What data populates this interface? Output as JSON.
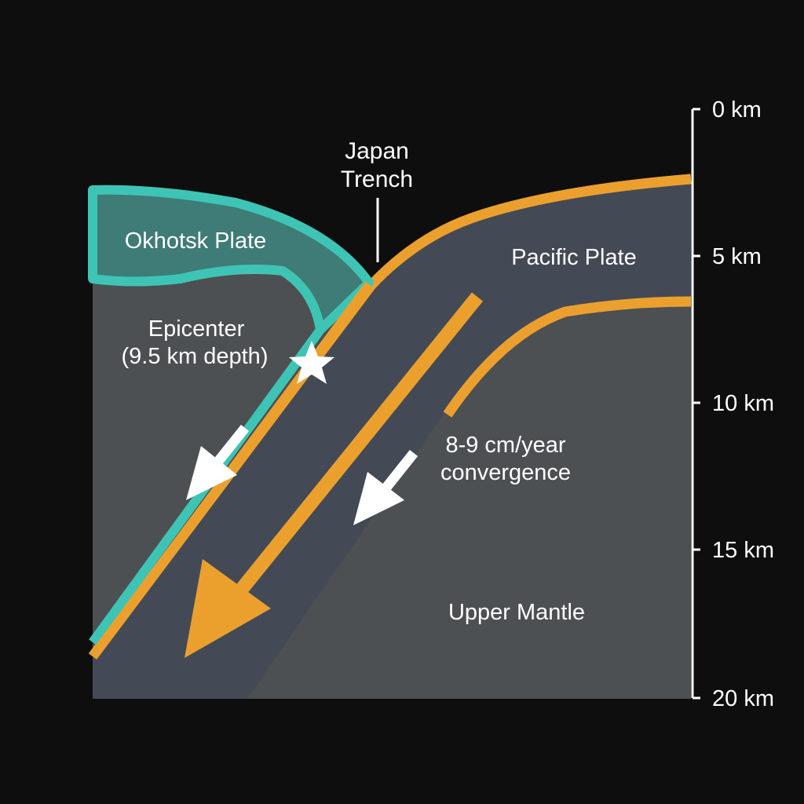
{
  "diagram": {
    "type": "subduction-zone-cross-section",
    "colors": {
      "background": "#0e0e0e",
      "okhotsk_fill": "#3f7b77",
      "okhotsk_outline": "#3ec4b4",
      "pacific_fill": "#434a56",
      "pacific_outline": "#eba02e",
      "mantle_fill": "#4d5052",
      "arrow_white": "#ffffff",
      "arrow_orange": "#eba02e",
      "axis": "#ffffff"
    },
    "labels": {
      "trench_line1": "Japan",
      "trench_line2": "Trench",
      "okhotsk_plate": "Okhotsk Plate",
      "pacific_plate": "Pacific Plate",
      "epicenter_line1": "Epicenter",
      "epicenter_line2": "(9.5 km depth)",
      "convergence_line1": "8-9 cm/year",
      "convergence_line2": "convergence",
      "upper_mantle": "Upper Mantle"
    },
    "depth_axis": {
      "ticks": [
        {
          "label": "0 km",
          "value": 0
        },
        {
          "label": "5 km",
          "value": 5
        },
        {
          "label": "10 km",
          "value": 10
        },
        {
          "label": "15 km",
          "value": 15
        },
        {
          "label": "20 km",
          "value": 20
        }
      ]
    },
    "epicenter": {
      "depth_km": 9.5,
      "marker": "star-icon"
    }
  }
}
